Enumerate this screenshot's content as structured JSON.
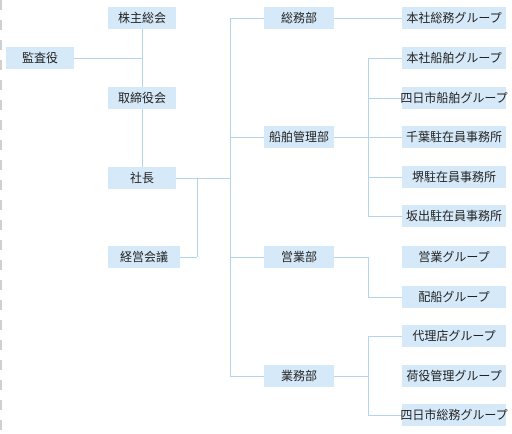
{
  "org_chart": {
    "shareholders_meeting": "株主総会",
    "auditor": "監査役",
    "board": "取締役会",
    "president": "社長",
    "management_meeting": "経営会議",
    "departments": [
      {
        "name": "総務部",
        "groups": [
          "本社総務グループ"
        ]
      },
      {
        "name": "船舶管理部",
        "groups": [
          "本社船舶グループ",
          "四日市船舶グループ",
          "千葉駐在員事務所",
          "堺駐在員事務所",
          "坂出駐在員事務所"
        ]
      },
      {
        "name": "営業部",
        "groups": [
          "営業グループ",
          "配船グループ"
        ]
      },
      {
        "name": "業務部",
        "groups": [
          "代理店グループ",
          "荷役管理グループ",
          "四日市総務グループ"
        ]
      }
    ]
  },
  "colors": {
    "box_fill": "#d6e9f8",
    "connector": "#b3d3ee",
    "text": "#222222"
  }
}
